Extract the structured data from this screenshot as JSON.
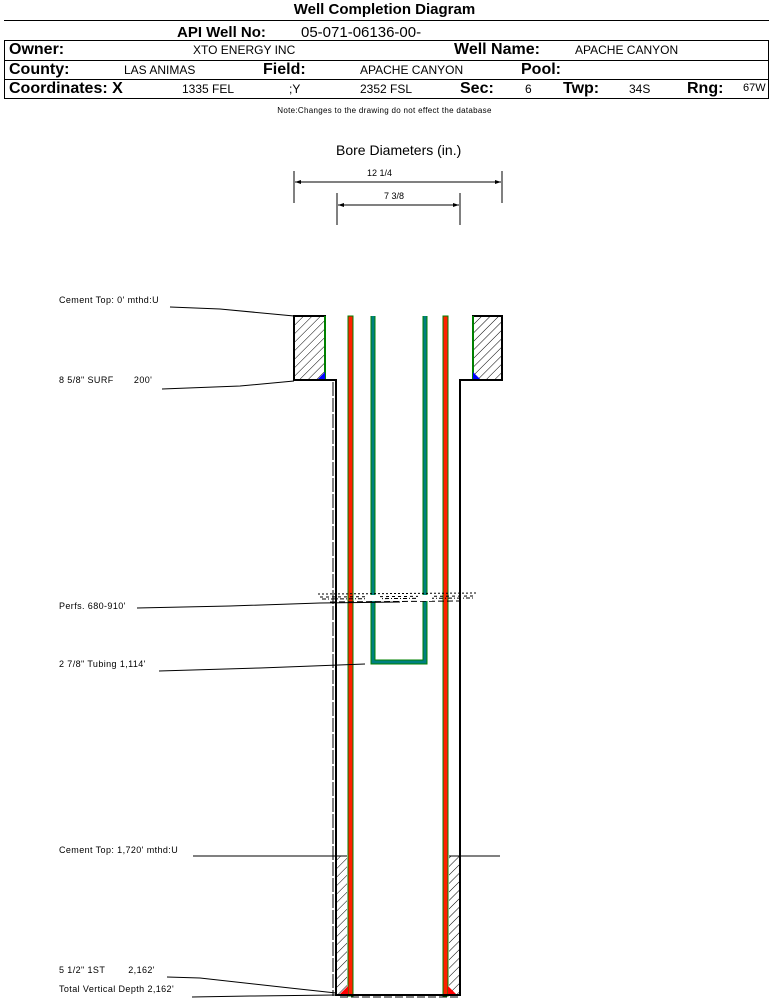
{
  "header": {
    "title": "Well Completion Diagram",
    "api_well_no_label": "API Well No:",
    "api_well_no": "05-071-06136-00-",
    "owner_label": "Owner:",
    "owner": "XTO ENERGY INC",
    "well_name_label": "Well Name:",
    "well_name": "APACHE CANYON",
    "county_label": "County:",
    "county": "LAS ANIMAS",
    "field_label": "Field:",
    "field": "APACHE CANYON",
    "pool_label": "Pool:",
    "pool": "",
    "coordinates_label": "Coordinates: X",
    "coord_x": "1335 FEL",
    "coord_y_label": ";Y",
    "coord_y": "2352 FSL",
    "sec_label": "Sec:",
    "sec": "6",
    "twp_label": "Twp:",
    "twp": "34S",
    "rng_label": "Rng:",
    "rng": "67W"
  },
  "note": "Note:Changes to the drawing do not effect the database",
  "bore": {
    "title": "Bore Diameters (in.)",
    "diameters": [
      "12 1/4",
      "7 3/8"
    ]
  },
  "annotations": {
    "cement_top_surface": "Cement Top: 0' mthd:U",
    "surface_casing": "8 5/8\" SURF       200'",
    "perfs": "Perfs. 680-910'",
    "tubing": "2 7/8\" Tubing 1,114'",
    "cement_top_production": "Cement Top: 1,720' mthd:U",
    "production_casing": "5 1/2\" 1ST        2,162'",
    "total_depth": "Total Vertical Depth 2,162'"
  },
  "colors": {
    "casing_wall": "#000000",
    "cement_hatch": "#000000",
    "surface_shoe": "#0000ff",
    "production_shoe": "#ff0000",
    "production_casing": "#ff2000",
    "casing_outline": "#008000",
    "tubing": "#008080",
    "tubing_outline": "#008000"
  }
}
